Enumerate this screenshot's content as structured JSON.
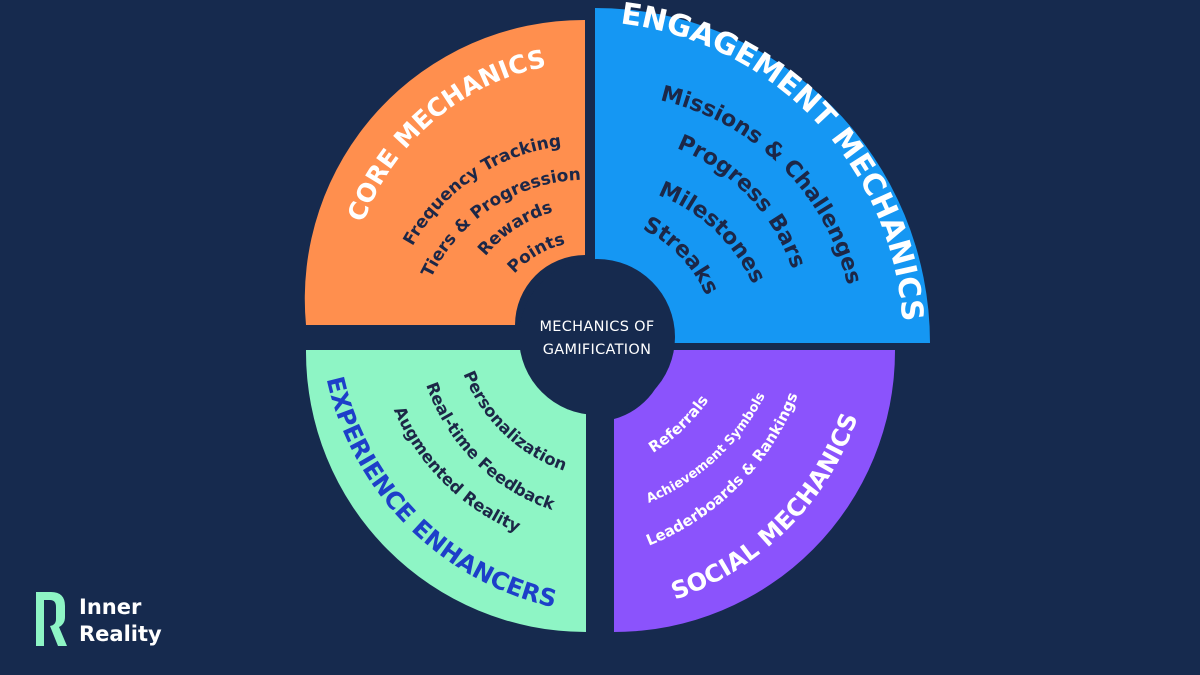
{
  "center": {
    "line1": "MECHANICS OF",
    "line2": "GAMIFICATION"
  },
  "quadrants": {
    "core": {
      "title": "CORE MECHANICS",
      "items": [
        "Frequency Tracking",
        "Tiers & Progression",
        "Rewards",
        "Points"
      ],
      "fill": "#ff8f4e",
      "title_color": "#ffffff",
      "item_color": "#1c2747"
    },
    "engagement": {
      "title": "ENGAGEMENT MECHANICS",
      "items": [
        "Missions & Challenges",
        "Progress Bars",
        "Milestones",
        "Streaks"
      ],
      "fill": "#1597f3",
      "title_color": "#ffffff",
      "item_color": "#1c2747"
    },
    "experience": {
      "title": "EXPERIENCE ENHANCERS",
      "items": [
        "Personalization",
        "Real-time Feedback",
        "Augmented Reality"
      ],
      "fill": "#8ef5c5",
      "title_color": "#1d3fc9",
      "item_color": "#1c2747"
    },
    "social": {
      "title": "SOCIAL MECHANICS",
      "items": [
        "Referrals",
        "Achievement Symbols",
        "Leaderboards & Rankings"
      ],
      "fill": "#8b53fc",
      "title_color": "#ffffff",
      "item_color": "#ffffff"
    }
  },
  "logo": {
    "line1": "Inner",
    "line2": "Reality",
    "color": "#8ef5c5"
  },
  "colors": {
    "background": "#162a4e",
    "hub": "#162a4e",
    "hub_text": "#ffffff"
  }
}
